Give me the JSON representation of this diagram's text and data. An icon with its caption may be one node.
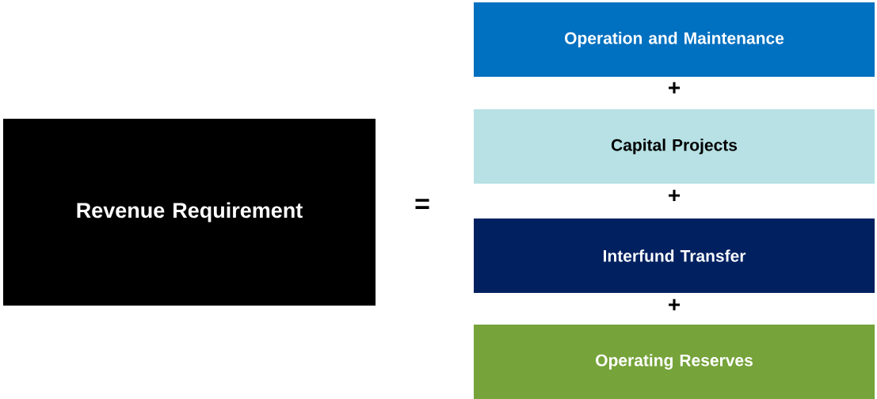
{
  "diagram": {
    "nodes": [
      {
        "text": [
          "Revenue Requirement"
        ]
      },
      {
        "text": [
          "Operation and Maintenance"
        ]
      },
      {
        "text": [
          "Capital Projects"
        ]
      },
      {
        "text": [
          "Interfund Transfer"
        ]
      },
      {
        "text": [
          "Operating Reserves"
        ]
      }
    ],
    "labels": [
      "=",
      "+",
      "+",
      "+"
    ]
  }
}
